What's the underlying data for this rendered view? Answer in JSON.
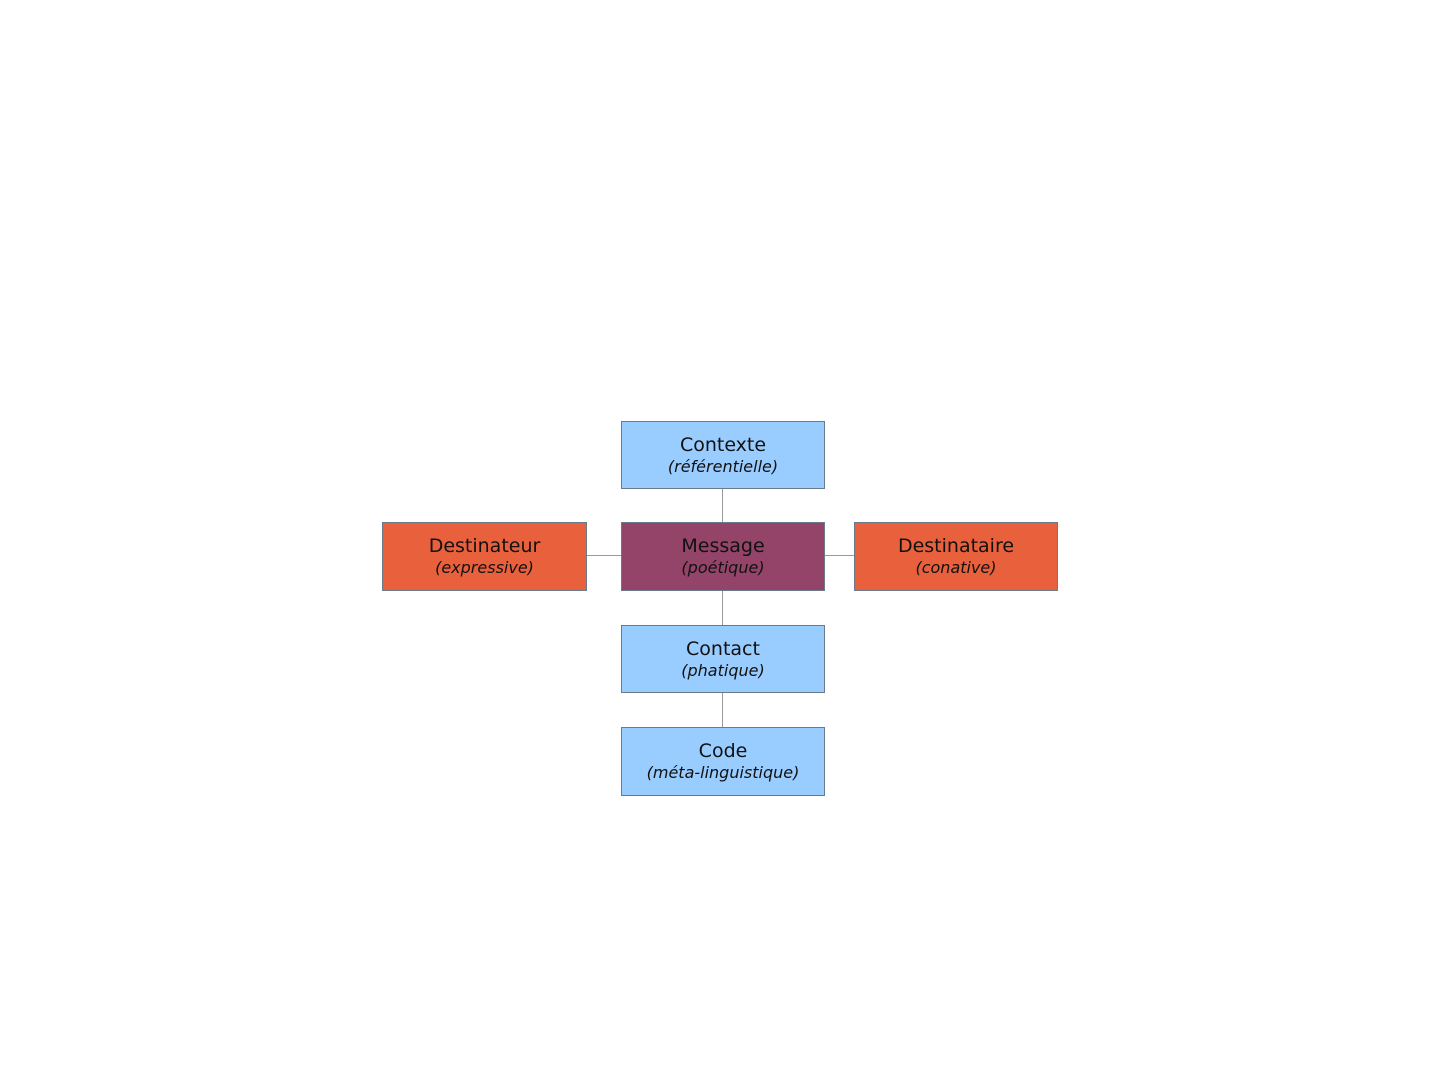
{
  "diagram": {
    "colors": {
      "context": "#99ccff",
      "message": "#944468",
      "person": "#e9603d",
      "connector": "#9a9a9a"
    },
    "nodes": {
      "contexte": {
        "title": "Contexte",
        "function": "(référentielle)"
      },
      "destinateur": {
        "title": "Destinateur",
        "function": "(expressive)"
      },
      "message": {
        "title": "Message",
        "function": "(poétique)"
      },
      "destinataire": {
        "title": "Destinataire",
        "function": "(conative)"
      },
      "contact": {
        "title": "Contact",
        "function": "(phatique)"
      },
      "code": {
        "title": "Code",
        "function": "(méta-linguistique)"
      }
    }
  }
}
